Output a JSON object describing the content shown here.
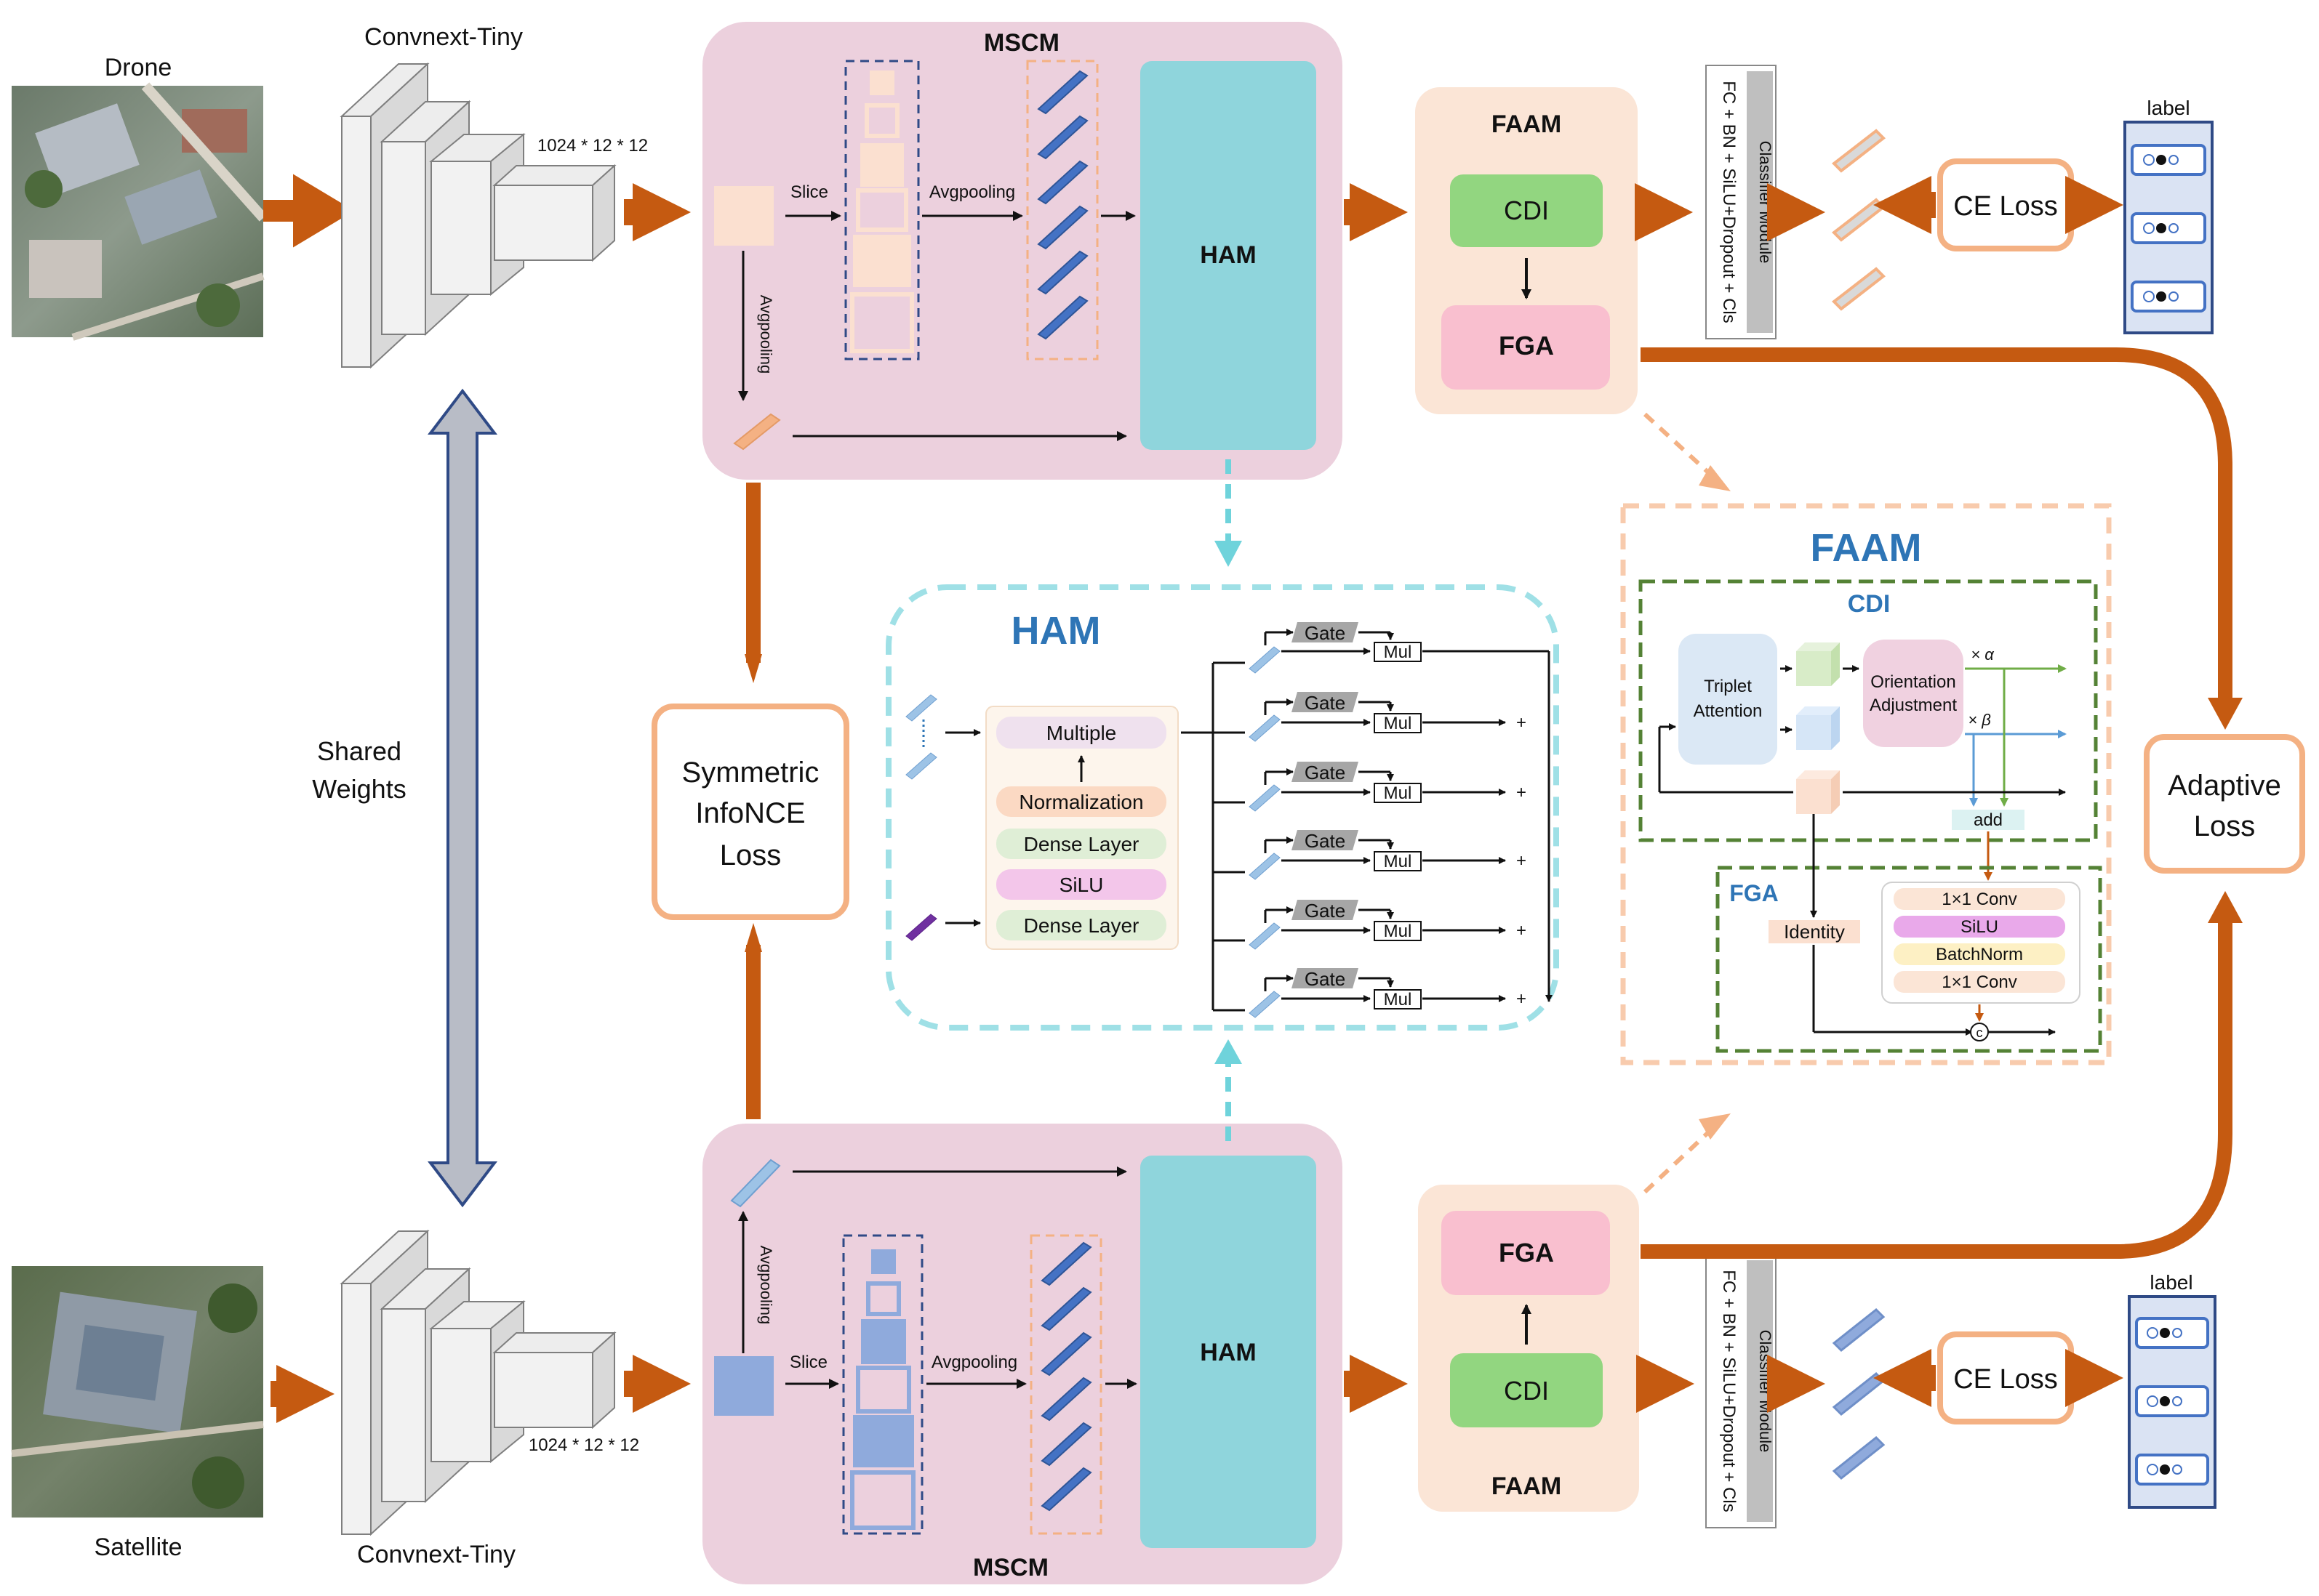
{
  "drone": {
    "image_label": "Drone",
    "backbone_label": "Convnext-Tiny",
    "feature_dim": "1024 * 12 * 12",
    "mscm": {
      "title": "MSCM",
      "slice": "Slice",
      "avgpool_h": "Avgpooling",
      "avgpool_v": "Avgpooling",
      "ham": "HAM"
    },
    "faam": {
      "title": "FAAM",
      "cdi": "CDI",
      "fga": "FGA"
    },
    "classifier_title": "Classifier Module",
    "classifier_body": "FC + BN + SiLU+Dropout + Cls",
    "ce_loss": "CE Loss",
    "label": "label"
  },
  "satellite": {
    "image_label": "Satellite",
    "backbone_label": "Convnext-Tiny",
    "feature_dim": "1024 * 12 * 12",
    "mscm": {
      "title": "MSCM",
      "slice": "Slice",
      "avgpool_h": "Avgpooling",
      "avgpool_v": "Avgpooling",
      "ham": "HAM"
    },
    "faam": {
      "title": "FAAM",
      "cdi": "CDI",
      "fga": "FGA"
    },
    "classifier_title": "Classifier Module",
    "classifier_body": "FC + BN + SiLU+Dropout + Cls",
    "ce_loss": "CE Loss",
    "label": "label"
  },
  "shared_weights": [
    "Shared",
    "Weights"
  ],
  "infonce": [
    "Symmetric",
    "InfoNCE",
    "Loss"
  ],
  "adaptive": [
    "Adaptive",
    "Loss"
  ],
  "ham_detail": {
    "title": "HAM",
    "multiple": "Multiple",
    "normalization": "Normalization",
    "dense1": "Dense Layer",
    "silu": "SiLU",
    "dense2": "Dense Layer",
    "gates": [
      "Gate",
      "Gate",
      "Gate",
      "Gate",
      "Gate",
      "Gate"
    ],
    "muls": [
      "Mul",
      "Mul",
      "Mul",
      "Mul",
      "Mul",
      "Mul"
    ],
    "plus": "+"
  },
  "faam_detail": {
    "title": "FAAM",
    "cdi_title": "CDI",
    "triplet": [
      "Triplet",
      "Attention"
    ],
    "orientation": [
      "Orientation",
      "Adjustment"
    ],
    "alpha": "× α",
    "beta": "× β",
    "add": "add",
    "fga_title": "FGA",
    "identity": "Identity",
    "conv1": "1×1 Conv",
    "silu": "SiLU",
    "batchnorm": "BatchNorm",
    "conv2": "1×1 Conv",
    "concat": "c"
  },
  "colors": {
    "orange_arrow": "#c55a11",
    "mscm_bg": "#ecd0dd",
    "faam_bg": "#fbe5d6",
    "ham_block": "#8fd5dc",
    "cdi_green": "#92d680",
    "fga_pink": "#f9bfcf",
    "loss_border": "#f4b183",
    "blue_title": "#2e75b6",
    "green_dash": "#548235"
  }
}
